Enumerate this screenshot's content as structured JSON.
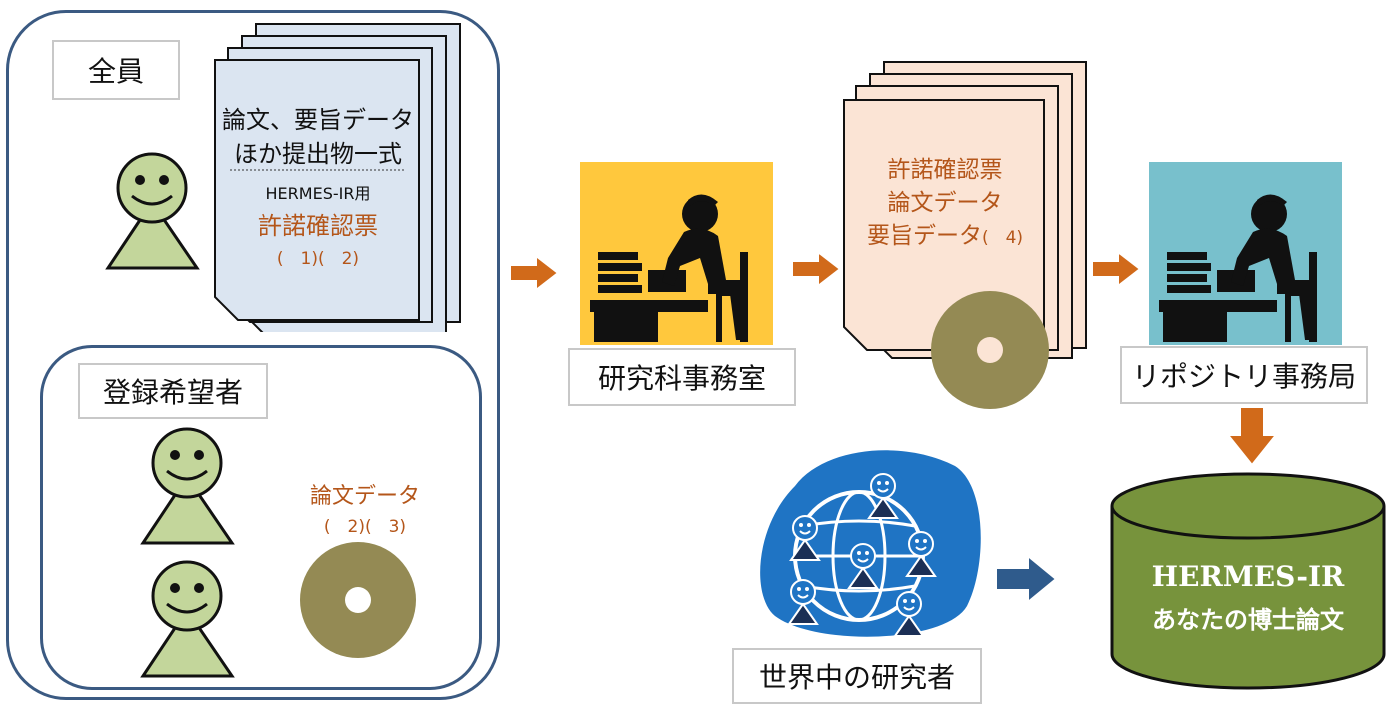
{
  "colors": {
    "frame_border": "#3b5a82",
    "doc_fill_blue": "#dbe5f1",
    "doc_fill_peach": "#fbe4d5",
    "accent_text": "#b4561a",
    "arrow_orange": "#d16a1a",
    "arrow_blue": "#2f5b8c",
    "disc": "#948a54",
    "person_face": "#c3d69b",
    "worker_bg_yellow": "#ffc83d",
    "worker_bg_teal": "#78c0cc",
    "database_green": "#77933c"
  },
  "group_all": {
    "label": "全員",
    "doc_line1": "論文、要旨データ",
    "doc_line2": "ほか提出物一式",
    "doc_small": "HERMES-IR用",
    "doc_accent": "許諾確認票",
    "doc_refs": "(　1)(　2)"
  },
  "group_registrants": {
    "label": "登録希望者",
    "item_title": "論文データ",
    "item_refs": "(　2)(　3)"
  },
  "office": {
    "label": "研究科事務室"
  },
  "transfer_docs": {
    "line1": "許諾確認票",
    "line2": "論文データ",
    "line3": "要旨データ",
    "refs": "(　4)"
  },
  "repository": {
    "label": "リポジトリ事務局"
  },
  "researchers": {
    "label": "世界中の研究者"
  },
  "database": {
    "title": "HERMES-IR",
    "subtitle": "あなたの博士論文"
  },
  "icons": [
    "person-icon",
    "document-stack-icon",
    "disc-icon",
    "office-worker-icon",
    "arrow-right-icon",
    "arrow-down-icon",
    "globe-network-icon",
    "database-icon"
  ]
}
